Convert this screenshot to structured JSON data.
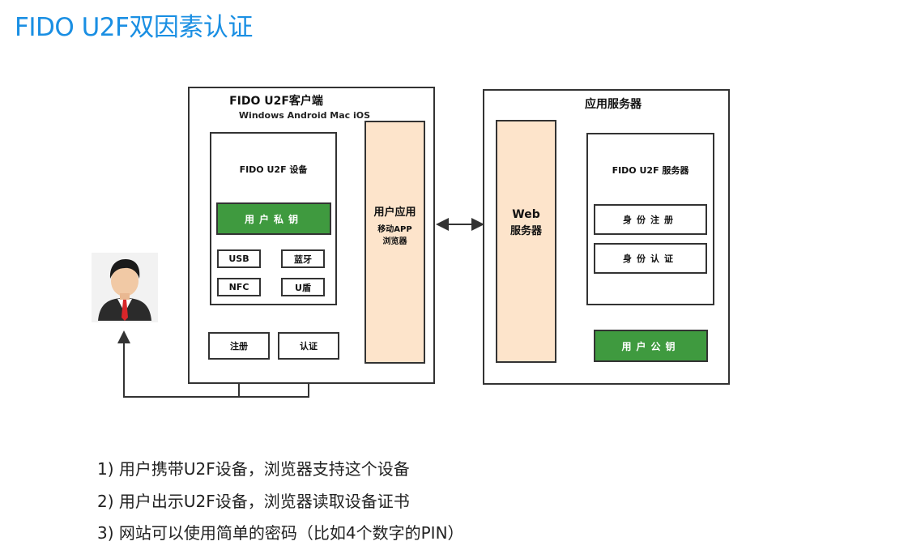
{
  "page": {
    "title": "FIDO U2F双因素认证"
  },
  "client": {
    "title": "FIDO U2F客户端",
    "subtitle": "Windows Android Mac iOS",
    "device": {
      "title": "FIDO U2F 设备",
      "private_key": "用户私钥",
      "interfaces": [
        "USB",
        "蓝牙",
        "NFC",
        "U盾"
      ]
    },
    "actions": [
      "注册",
      "认证"
    ],
    "user_app": {
      "title": "用户应用",
      "line1": "移动APP",
      "line2": "浏览器"
    }
  },
  "server": {
    "title": "应用服务器",
    "web": {
      "line1": "Web",
      "line2": "服务器"
    },
    "u2f": {
      "title": "FIDO U2F 服务器",
      "register": "身份注册",
      "authenticate": "身份认证"
    },
    "public_key": "用户公钥"
  },
  "notes": [
    "1) 用户携带U2F设备，浏览器支持这个设备",
    "2) 用户出示U2F设备，浏览器读取设备证书",
    "3) 网站可以使用简单的密码（比如4个数字的PIN）"
  ]
}
